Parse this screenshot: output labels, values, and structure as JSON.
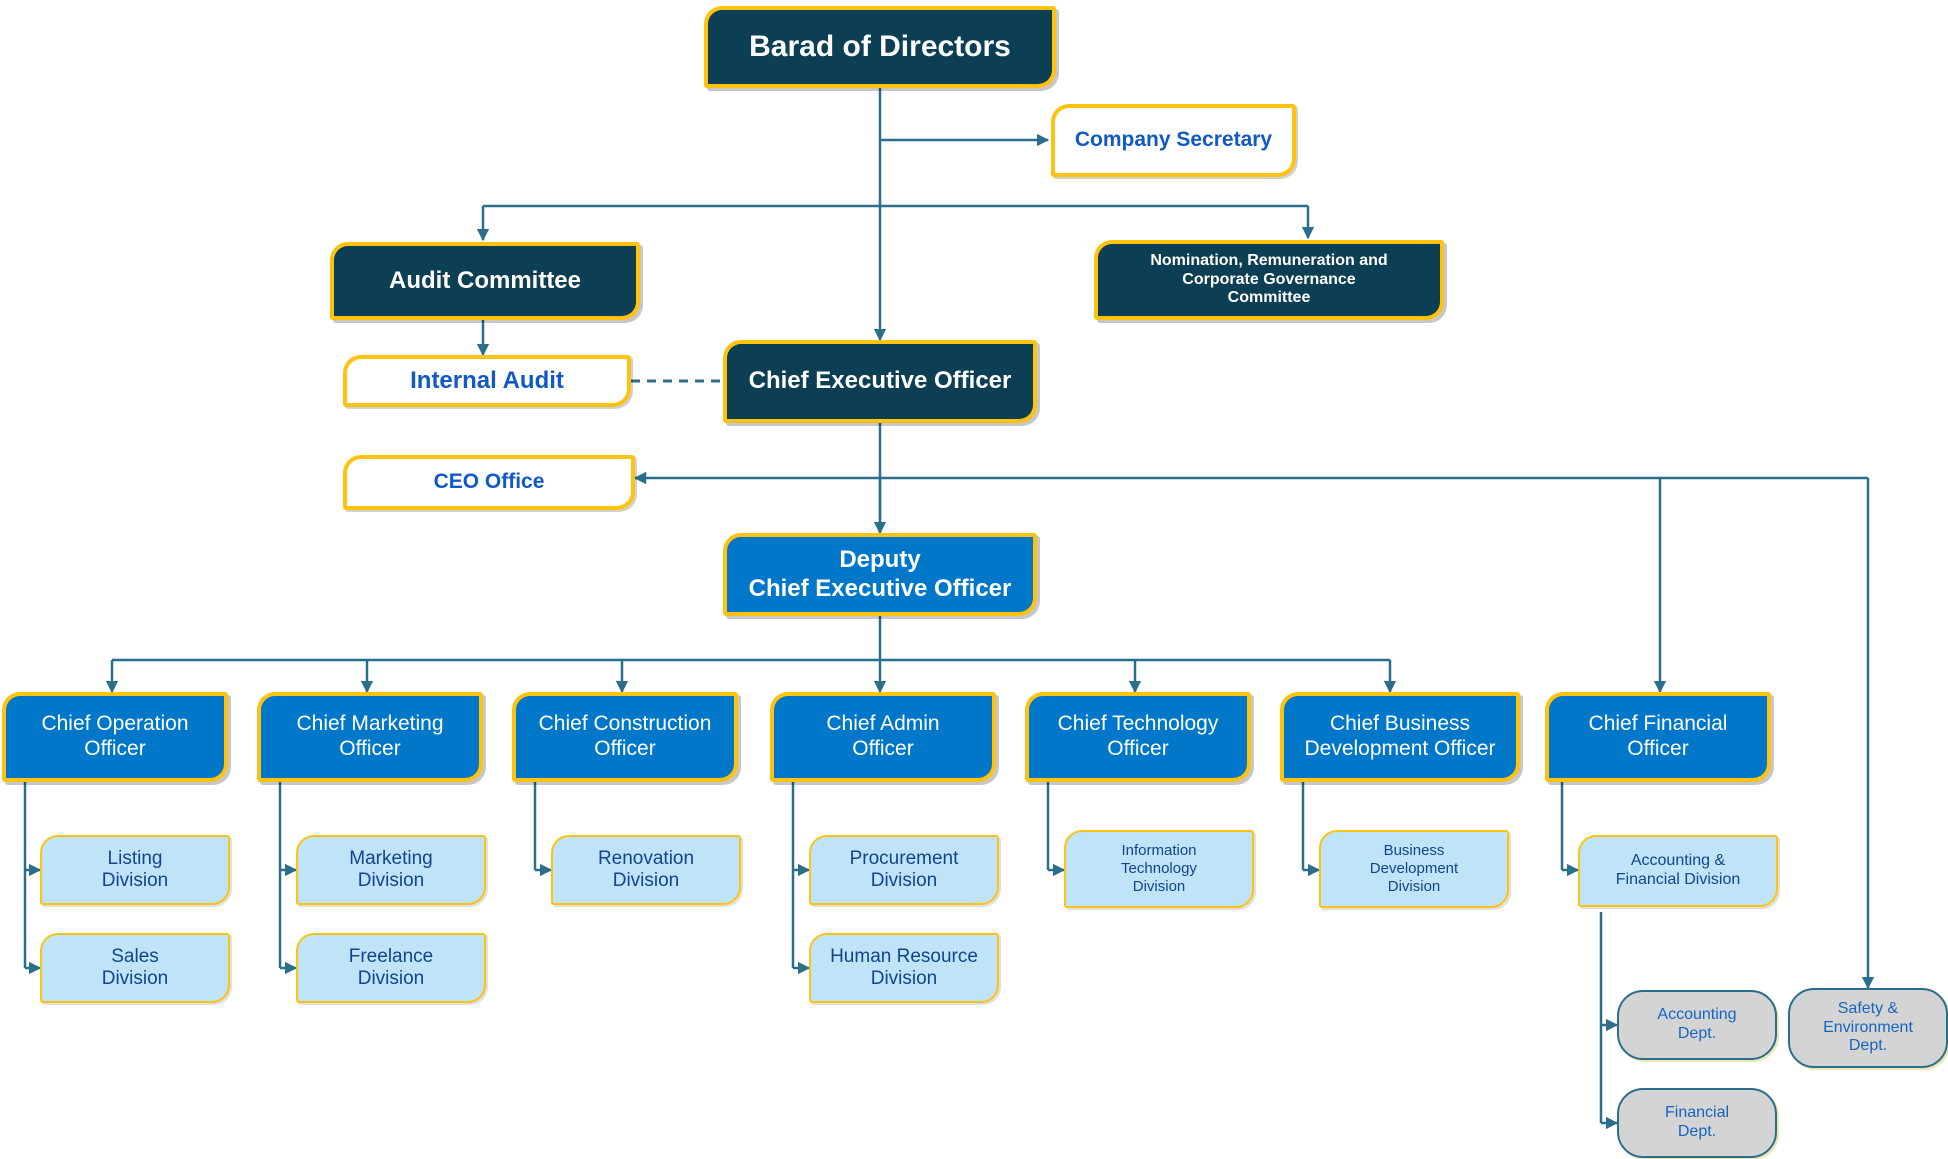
{
  "chart_data": {
    "type": "diagram",
    "title": "Corporate Organisation Chart",
    "colors": {
      "navy": "#0d3f54",
      "blue": "#0077c8",
      "gold": "#ffc20e",
      "light_blue": "#bfe4f7",
      "gray": "#d4d4d4",
      "line": "#2b6e8c",
      "blue_text": "#1059c6"
    },
    "nodes": [
      {
        "id": "board",
        "label": "Barad of Directors",
        "style": "navy",
        "level": 0
      },
      {
        "id": "company_secretary",
        "label": "Company Secretary",
        "style": "white",
        "level": 1
      },
      {
        "id": "audit_committee",
        "label": "Audit Committee",
        "style": "navy",
        "level": 1
      },
      {
        "id": "nrcg_committee",
        "label": "Nomination, Remuneration and Corporate Governance Committee",
        "style": "navy",
        "level": 1
      },
      {
        "id": "internal_audit",
        "label": "Internal Audit",
        "style": "white",
        "level": 2
      },
      {
        "id": "ceo",
        "label": "Chief Executive Officer",
        "style": "navy",
        "level": 2
      },
      {
        "id": "ceo_office",
        "label": "CEO Office",
        "style": "white",
        "level": 3
      },
      {
        "id": "deputy_ceo",
        "label": "Deputy Chief Executive Officer",
        "style": "blue",
        "level": 3
      },
      {
        "id": "coo",
        "label": "Chief Operation Officer",
        "style": "blue",
        "level": 4
      },
      {
        "id": "cmo",
        "label": "Chief Marketing Officer",
        "style": "blue",
        "level": 4
      },
      {
        "id": "cco",
        "label": "Chief Construction Officer",
        "style": "blue",
        "level": 4
      },
      {
        "id": "cao",
        "label": "Chief Admin Officer",
        "style": "blue",
        "level": 4
      },
      {
        "id": "cto",
        "label": "Chief Technology Officer",
        "style": "blue",
        "level": 4
      },
      {
        "id": "cbdo",
        "label": "Chief Business Development Officer",
        "style": "blue",
        "level": 4
      },
      {
        "id": "cfo",
        "label": "Chief Financial Officer",
        "style": "blue",
        "level": 4
      },
      {
        "id": "listing_div",
        "label": "Listing Division",
        "style": "light_blue",
        "level": 5
      },
      {
        "id": "sales_div",
        "label": "Sales Division",
        "style": "light_blue",
        "level": 5
      },
      {
        "id": "marketing_div",
        "label": "Marketing Division",
        "style": "light_blue",
        "level": 5
      },
      {
        "id": "freelance_div",
        "label": "Freelance Division",
        "style": "light_blue",
        "level": 5
      },
      {
        "id": "renovation_div",
        "label": "Renovation Division",
        "style": "light_blue",
        "level": 5
      },
      {
        "id": "procurement_div",
        "label": "Procurement Division",
        "style": "light_blue",
        "level": 5
      },
      {
        "id": "hr_div",
        "label": "Human Resource Division",
        "style": "light_blue",
        "level": 5
      },
      {
        "id": "it_div",
        "label": "Information Technology Division",
        "style": "light_blue",
        "level": 5
      },
      {
        "id": "bd_div",
        "label": "Business Development Division",
        "style": "light_blue",
        "level": 5
      },
      {
        "id": "acct_fin_div",
        "label": "Accounting & Financial Division",
        "style": "light_blue",
        "level": 5
      },
      {
        "id": "accounting_dept",
        "label": "Accounting Dept.",
        "style": "gray",
        "level": 6
      },
      {
        "id": "financial_dept",
        "label": "Financial Dept.",
        "style": "gray",
        "level": 6
      },
      {
        "id": "safety_env_dept",
        "label": "Safety & Environment Dept.",
        "style": "gray",
        "level": 6
      }
    ],
    "edges": [
      {
        "from": "board",
        "to": "company_secretary",
        "type": "solid"
      },
      {
        "from": "board",
        "to": "audit_committee",
        "type": "solid"
      },
      {
        "from": "board",
        "to": "nrcg_committee",
        "type": "solid"
      },
      {
        "from": "board",
        "to": "ceo",
        "type": "solid"
      },
      {
        "from": "audit_committee",
        "to": "internal_audit",
        "type": "solid"
      },
      {
        "from": "internal_audit",
        "to": "ceo",
        "type": "dashed"
      },
      {
        "from": "ceo",
        "to": "ceo_office",
        "type": "solid"
      },
      {
        "from": "ceo",
        "to": "deputy_ceo",
        "type": "solid"
      },
      {
        "from": "ceo",
        "to": "cfo",
        "type": "solid"
      },
      {
        "from": "ceo",
        "to": "safety_env_dept",
        "type": "solid"
      },
      {
        "from": "deputy_ceo",
        "to": "coo",
        "type": "solid"
      },
      {
        "from": "deputy_ceo",
        "to": "cmo",
        "type": "solid"
      },
      {
        "from": "deputy_ceo",
        "to": "cco",
        "type": "solid"
      },
      {
        "from": "deputy_ceo",
        "to": "cao",
        "type": "solid"
      },
      {
        "from": "deputy_ceo",
        "to": "cto",
        "type": "solid"
      },
      {
        "from": "deputy_ceo",
        "to": "cbdo",
        "type": "solid"
      },
      {
        "from": "coo",
        "to": "listing_div",
        "type": "solid"
      },
      {
        "from": "coo",
        "to": "sales_div",
        "type": "solid"
      },
      {
        "from": "cmo",
        "to": "marketing_div",
        "type": "solid"
      },
      {
        "from": "cmo",
        "to": "freelance_div",
        "type": "solid"
      },
      {
        "from": "cco",
        "to": "renovation_div",
        "type": "solid"
      },
      {
        "from": "cao",
        "to": "procurement_div",
        "type": "solid"
      },
      {
        "from": "cao",
        "to": "hr_div",
        "type": "solid"
      },
      {
        "from": "cto",
        "to": "it_div",
        "type": "solid"
      },
      {
        "from": "cbdo",
        "to": "bd_div",
        "type": "solid"
      },
      {
        "from": "cfo",
        "to": "acct_fin_div",
        "type": "solid"
      },
      {
        "from": "acct_fin_div",
        "to": "accounting_dept",
        "type": "solid"
      },
      {
        "from": "acct_fin_div",
        "to": "financial_dept",
        "type": "solid"
      }
    ]
  },
  "board": {
    "title": "Barad of Directors"
  },
  "committees": {
    "company_secretary": "Company Secretary",
    "audit_committee": "Audit Committee",
    "nrcg_line1": "Nomination, Remuneration and",
    "nrcg_line2": "Corporate Governance",
    "nrcg_line3": "Committee"
  },
  "executive": {
    "internal_audit": "Internal Audit",
    "ceo": "Chief Executive Officer",
    "ceo_office": "CEO Office",
    "deputy_line1": "Deputy",
    "deputy_line2": "Chief Executive Officer"
  },
  "officers": {
    "coo_line1": "Chief Operation",
    "coo_line2": "Officer",
    "cmo_line1": "Chief Marketing",
    "cmo_line2": "Officer",
    "cco_line1": "Chief Construction",
    "cco_line2": "Officer",
    "cao_line1": "Chief Admin",
    "cao_line2": "Officer",
    "cto_line1": "Chief Technology",
    "cto_line2": "Officer",
    "cbdo_line1": "Chief Business",
    "cbdo_line2": "Development Officer",
    "cfo_line1": "Chief Financial",
    "cfo_line2": "Officer"
  },
  "divisions": {
    "listing_l1": "Listing",
    "listing_l2": "Division",
    "sales_l1": "Sales",
    "sales_l2": "Division",
    "marketing_l1": "Marketing",
    "marketing_l2": "Division",
    "freelance_l1": "Freelance",
    "freelance_l2": "Division",
    "renovation_l1": "Renovation",
    "renovation_l2": "Division",
    "procurement_l1": "Procurement",
    "procurement_l2": "Division",
    "hr_l1": "Human Resource",
    "hr_l2": "Division",
    "it_l1": "Information",
    "it_l2": "Technology",
    "it_l3": "Division",
    "bd_l1": "Business",
    "bd_l2": "Development",
    "bd_l3": "Division",
    "acctfin_l1": "Accounting &",
    "acctfin_l2": "Financial Division"
  },
  "departments": {
    "accounting_l1": "Accounting",
    "accounting_l2": "Dept.",
    "financial_l1": "Financial",
    "financial_l2": "Dept.",
    "safety_l1": "Safety &",
    "safety_l2": "Environment",
    "safety_l3": "Dept."
  }
}
